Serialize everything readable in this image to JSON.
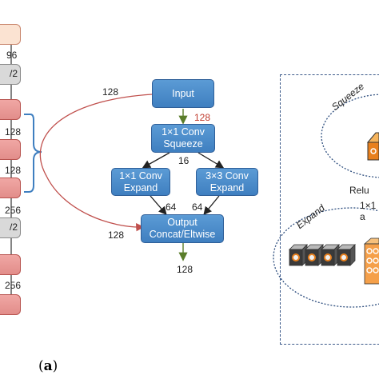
{
  "left_stack": {
    "numbers": [
      "96",
      "128",
      "128",
      "256",
      "256"
    ],
    "pool_labels": [
      "/2",
      "/2"
    ]
  },
  "fire_module": {
    "input_label": "Input",
    "squeeze_label_line1": "1×1 Conv",
    "squeeze_label_line2": "Squeeze",
    "expand1_line1": "1×1 Conv",
    "expand1_line2": "Expand",
    "expand3_line1": "3×3 Conv",
    "expand3_line2": "Expand",
    "output_line1": "Output",
    "output_line2": "Concat/Eltwise",
    "edge_labels": {
      "bypass_in": "128",
      "input_to_squeeze": "128",
      "squeeze_out": "16",
      "expand1_out": "64",
      "expand3_out": "64",
      "bypass_out": "128",
      "output": "128"
    }
  },
  "inset": {
    "squeeze_label": "Squeeze",
    "relu_label": "Relu",
    "expand_label": "Expand",
    "kernel_label": "1×1 a"
  },
  "caption": "(a)",
  "colors": {
    "blue_block": "#4a8bcf",
    "red_block": "#e8958f",
    "bypass_curve": "#c0504d",
    "arrow_green": "#5a7d2a"
  }
}
